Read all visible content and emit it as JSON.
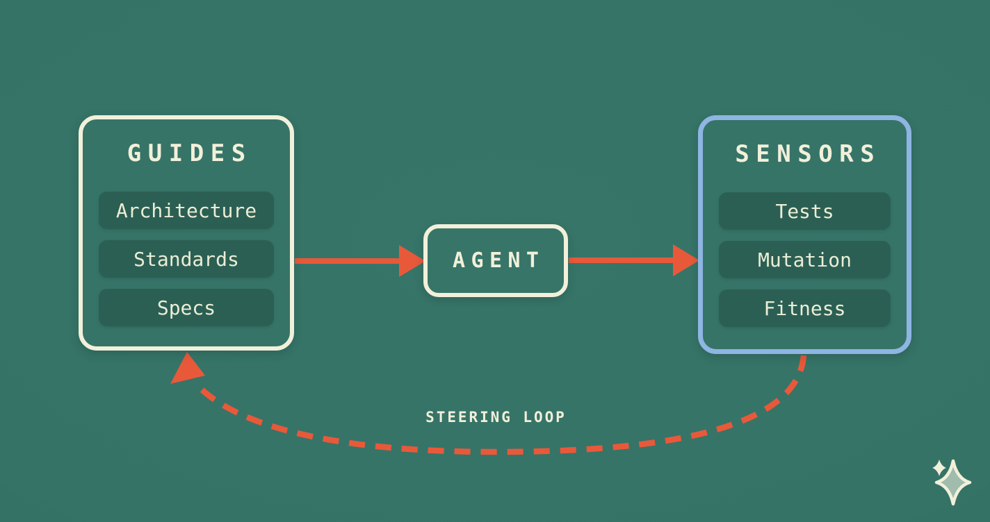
{
  "diagram": {
    "boxes": {
      "guides": {
        "title": "GUIDES",
        "items": [
          "Architecture",
          "Standards",
          "Specs"
        ]
      },
      "agent": {
        "title": "AGENT"
      },
      "sensors": {
        "title": "SENSORS",
        "items": [
          "Tests",
          "Mutation",
          "Fitness"
        ]
      }
    },
    "arrows": {
      "guides_to_agent": "solid",
      "agent_to_sensors": "solid",
      "sensors_to_guides": "dashed"
    },
    "loop_label": "STEERING LOOP"
  },
  "icons": {
    "sparkle": "sparkle-icon"
  },
  "colors": {
    "background": "#357367",
    "cream": "#f2f0da",
    "orange": "#e8593a",
    "blue": "#8fb5e2",
    "pill_bg": "#2c5f54",
    "pill_text": "#eaeed6",
    "star_fill": "#9fbcad"
  }
}
